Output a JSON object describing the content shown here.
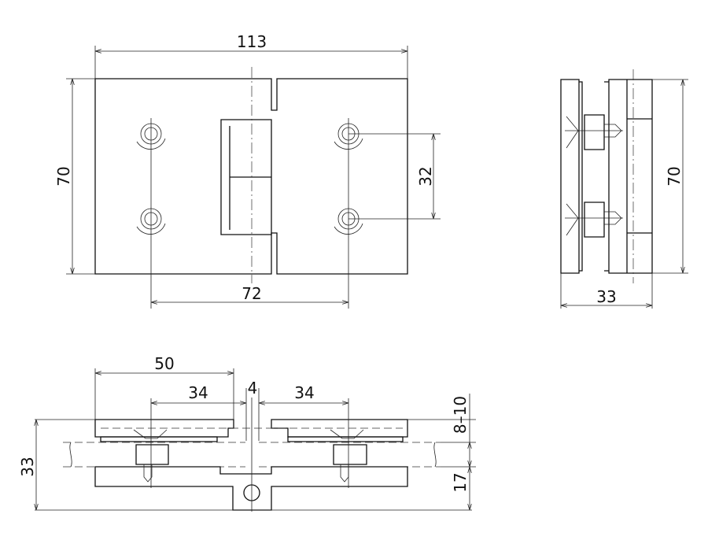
{
  "front_view": {
    "width_total": "113",
    "height": "70",
    "hole_spacing_vertical": "32",
    "hole_spacing_horizontal": "72"
  },
  "side_view": {
    "height": "70",
    "depth": "33"
  },
  "bottom_view": {
    "plate_length": "50",
    "hole_offset_left": "34",
    "gap": "4",
    "hole_offset_right": "34",
    "total_height": "33",
    "glass_thickness": "8–10",
    "lower_part_height": "17"
  },
  "colors": {
    "line": "#111111",
    "background": "#ffffff"
  }
}
